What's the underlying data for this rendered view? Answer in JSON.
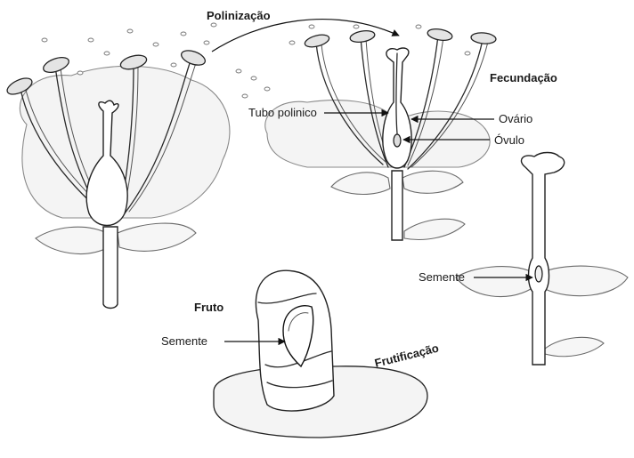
{
  "labels": {
    "polinizacao": "Polinização",
    "fecundacao": "Fecundação",
    "tubo_polinico": "Tubo polinico",
    "ovario": "Ovário",
    "ovulo": "Óvulo",
    "semente_flor": "Semente",
    "fruto": "Fruto",
    "semente_fruto": "Semente",
    "frutificacao": "Frutificação"
  }
}
